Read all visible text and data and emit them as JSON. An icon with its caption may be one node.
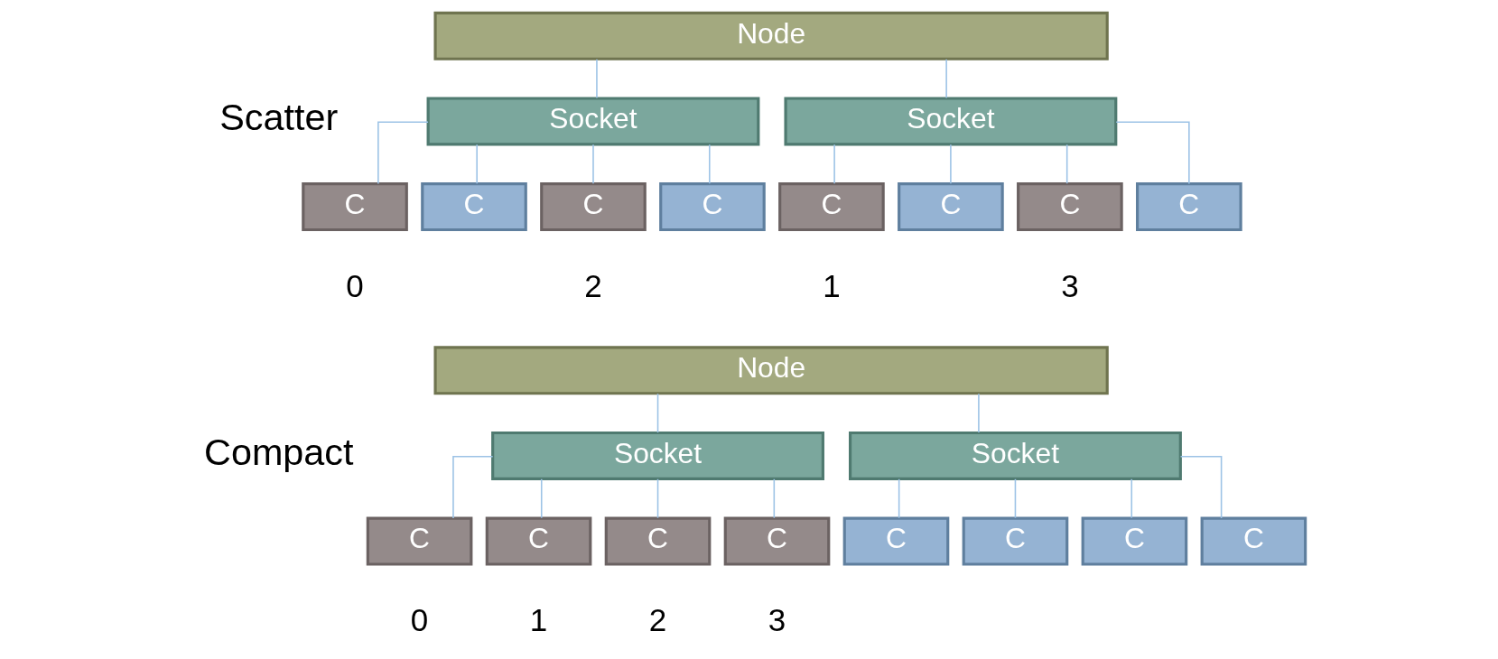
{
  "diagram": {
    "nodes": [
      {
        "text": [
          "Node"
        ]
      },
      {
        "text": [
          "Socket"
        ]
      },
      {
        "text": [
          "Socket"
        ]
      },
      {
        "text": [
          "C"
        ],
        "beside": [
          "0"
        ]
      },
      {
        "text": [
          "C"
        ]
      },
      {
        "text": [
          "C"
        ],
        "beside": [
          "2"
        ]
      },
      {
        "text": [
          "C"
        ]
      },
      {
        "text": [
          "C"
        ],
        "beside": [
          "1"
        ]
      },
      {
        "text": [
          "C"
        ]
      },
      {
        "text": [
          "C"
        ],
        "beside": [
          "3"
        ]
      },
      {
        "text": [
          "C"
        ]
      },
      {
        "text": [
          "Node"
        ]
      },
      {
        "text": [
          "Socket"
        ]
      },
      {
        "text": [
          "Socket"
        ]
      },
      {
        "text": [
          "C"
        ],
        "beside": [
          "0"
        ]
      },
      {
        "text": [
          "C"
        ],
        "beside": [
          "1"
        ]
      },
      {
        "text": [
          "C"
        ],
        "beside": [
          "2"
        ]
      },
      {
        "text": [
          "C"
        ],
        "beside": [
          "3"
        ]
      },
      {
        "text": [
          "C"
        ]
      },
      {
        "text": [
          "C"
        ]
      },
      {
        "text": [
          "C"
        ]
      },
      {
        "text": [
          "C"
        ]
      }
    ],
    "edges": [
      {
        "from": 0,
        "to": 1,
        "arrow": "none"
      },
      {
        "from": 0,
        "to": 2,
        "arrow": "none"
      },
      {
        "from": 1,
        "to": 3,
        "arrow": "none"
      },
      {
        "from": 1,
        "to": 4,
        "arrow": "none"
      },
      {
        "from": 1,
        "to": 5,
        "arrow": "none"
      },
      {
        "from": 1,
        "to": 6,
        "arrow": "none"
      },
      {
        "from": 2,
        "to": 7,
        "arrow": "none"
      },
      {
        "from": 2,
        "to": 8,
        "arrow": "none"
      },
      {
        "from": 2,
        "to": 9,
        "arrow": "none"
      },
      {
        "from": 2,
        "to": 10,
        "arrow": "none"
      },
      {
        "from": 11,
        "to": 12,
        "arrow": "none"
      },
      {
        "from": 11,
        "to": 13,
        "arrow": "none"
      },
      {
        "from": 12,
        "to": 14,
        "arrow": "none"
      },
      {
        "from": 12,
        "to": 15,
        "arrow": "none"
      },
      {
        "from": 12,
        "to": 16,
        "arrow": "none"
      },
      {
        "from": 12,
        "to": 17,
        "arrow": "none"
      },
      {
        "from": 13,
        "to": 18,
        "arrow": "none"
      },
      {
        "from": 13,
        "to": 19,
        "arrow": "none"
      },
      {
        "from": 13,
        "to": 20,
        "arrow": "none"
      },
      {
        "from": 13,
        "to": 21,
        "arrow": "none"
      }
    ],
    "labels": [
      "Scatter",
      "Compact"
    ]
  }
}
